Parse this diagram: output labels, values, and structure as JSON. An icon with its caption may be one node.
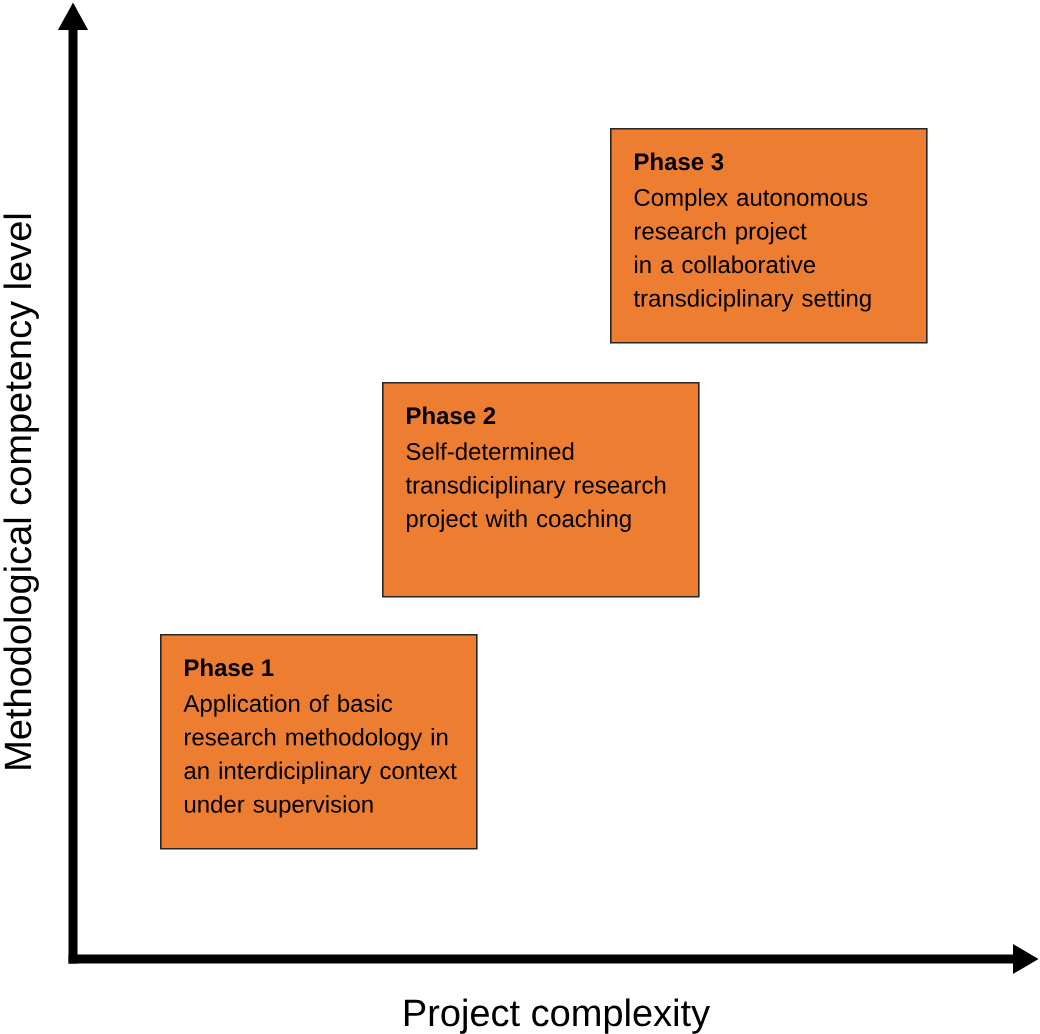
{
  "diagram": {
    "nodes": [
      {
        "text": [
          "Phase 3",
          "Complex autonomous research project in a collaborative transdiciplinary setting"
        ]
      },
      {
        "text": [
          "Phase 2",
          "Self-determined transdiciplinary research project with coaching"
        ]
      },
      {
        "text": [
          "Phase 1",
          "Application of basic research methodology in an interdiciplinary context under supervision"
        ]
      }
    ],
    "labels": [
      "Methodological competency level",
      "Project complexity"
    ]
  }
}
